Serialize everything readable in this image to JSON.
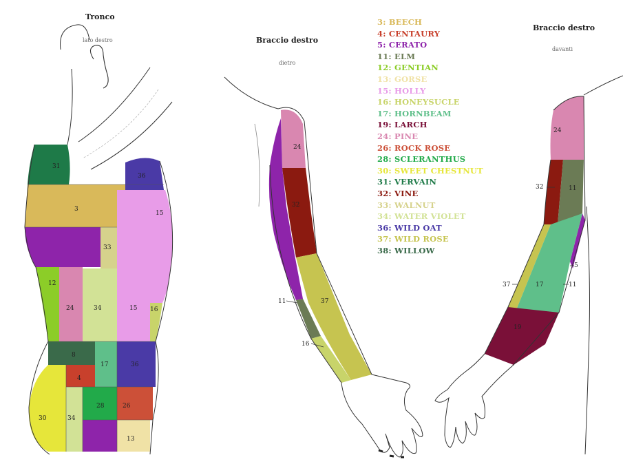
{
  "panels": {
    "trunk": {
      "title": "Tronco",
      "subtitle": "lato destro"
    },
    "arm_back": {
      "title": "Braccio destro",
      "subtitle": "dietro"
    },
    "arm_front": {
      "title": "Braccio destro",
      "subtitle": "davanti"
    }
  },
  "legend": [
    {
      "label": "3: BEECH",
      "color": "#d9b95a"
    },
    {
      "label": "4: CENTAURY",
      "color": "#c8402c"
    },
    {
      "label": "5: CERATO",
      "color": "#8e24aa"
    },
    {
      "label": "11: ELM",
      "color": "#6b7b55"
    },
    {
      "label": "12: GENTIAN",
      "color": "#8ccd28"
    },
    {
      "label": "13: GORSE",
      "color": "#f0e2a6"
    },
    {
      "label": "15: HOLLY",
      "color": "#e89ce8"
    },
    {
      "label": "16: HONEYSUCLE",
      "color": "#c8d46a"
    },
    {
      "label": "17: HORNBEAM",
      "color": "#5fbf8a"
    },
    {
      "label": "19: LARCH",
      "color": "#7a1038"
    },
    {
      "label": "24: PINE",
      "color": "#d987b0"
    },
    {
      "label": "26: ROCK ROSE",
      "color": "#cc5038"
    },
    {
      "label": "28: SCLERANTHUS",
      "color": "#22aa4a"
    },
    {
      "label": "30: SWEET CHESTNUT",
      "color": "#e6e63a"
    },
    {
      "label": "31: VERVAIN",
      "color": "#1e7a48"
    },
    {
      "label": "32: VINE",
      "color": "#8b1a10"
    },
    {
      "label": "33: WALNUT",
      "color": "#d6d28c"
    },
    {
      "label": "34: WATER VIOLET",
      "color": "#d2e296"
    },
    {
      "label": "36: WILD OAT",
      "color": "#4a3aa6"
    },
    {
      "label": "37: WILD ROSE",
      "color": "#c6c450"
    },
    {
      "label": "38: WILLOW",
      "color": "#3a6a4a"
    }
  ],
  "trunk_labels": [
    "31",
    "36",
    "3",
    "15",
    "33",
    "12",
    "24",
    "34",
    "15",
    "16",
    "8",
    "17",
    "36",
    "4",
    "30",
    "34",
    "28",
    "26",
    "13"
  ],
  "arm_back_labels": [
    "24",
    "32",
    "37",
    "11",
    "16"
  ],
  "arm_front_labels": [
    "24",
    "32",
    "11",
    "5",
    "37",
    "17",
    "11",
    "19"
  ]
}
